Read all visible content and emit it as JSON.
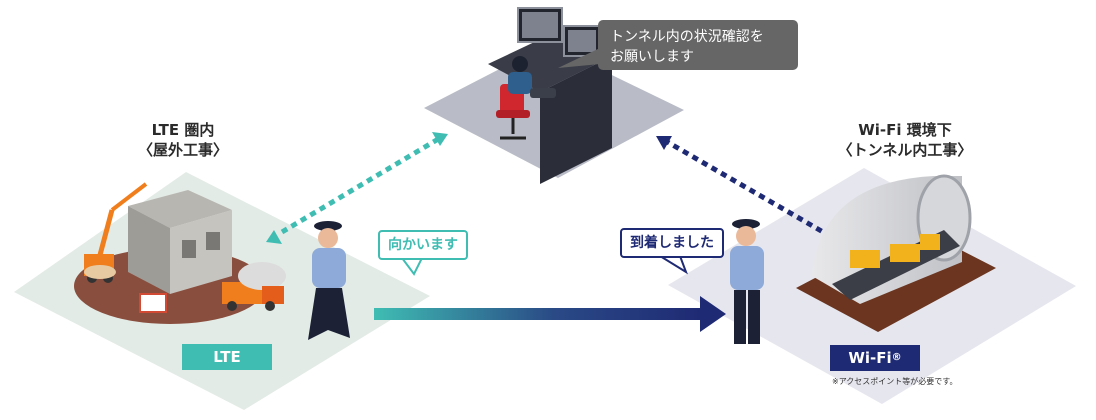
{
  "operator_bubble": {
    "line1": "トンネル内の状況確認を",
    "line2": "お願いします"
  },
  "lte_zone": {
    "title_line1": "LTE 圏内",
    "title_line2": "〈屋外工事〉",
    "badge": "LTE"
  },
  "wifi_zone": {
    "title_line1": "Wi-Fi 環境下",
    "title_line2": "〈トンネル内工事〉",
    "badge": "Wi-Fi",
    "badge_mark": "®",
    "note": "※アクセスポイント等が必要です。"
  },
  "guard_left": {
    "speech": "向かいます"
  },
  "guard_right": {
    "speech": "到着しました"
  },
  "colors": {
    "teal": "#3fbdb3",
    "navy": "#1f2a74",
    "bubble_gray": "#666666",
    "lte_ground": "#e3ebe6",
    "wifi_ground": "#e6e6ee",
    "office_floor": "#b9bcc6"
  },
  "icons": [
    "operator-icon",
    "monitor-icon",
    "chair-icon",
    "crane-icon",
    "mixer-truck-icon",
    "building-icon",
    "guard-icon",
    "tunnel-icon",
    "excavator-icon"
  ]
}
